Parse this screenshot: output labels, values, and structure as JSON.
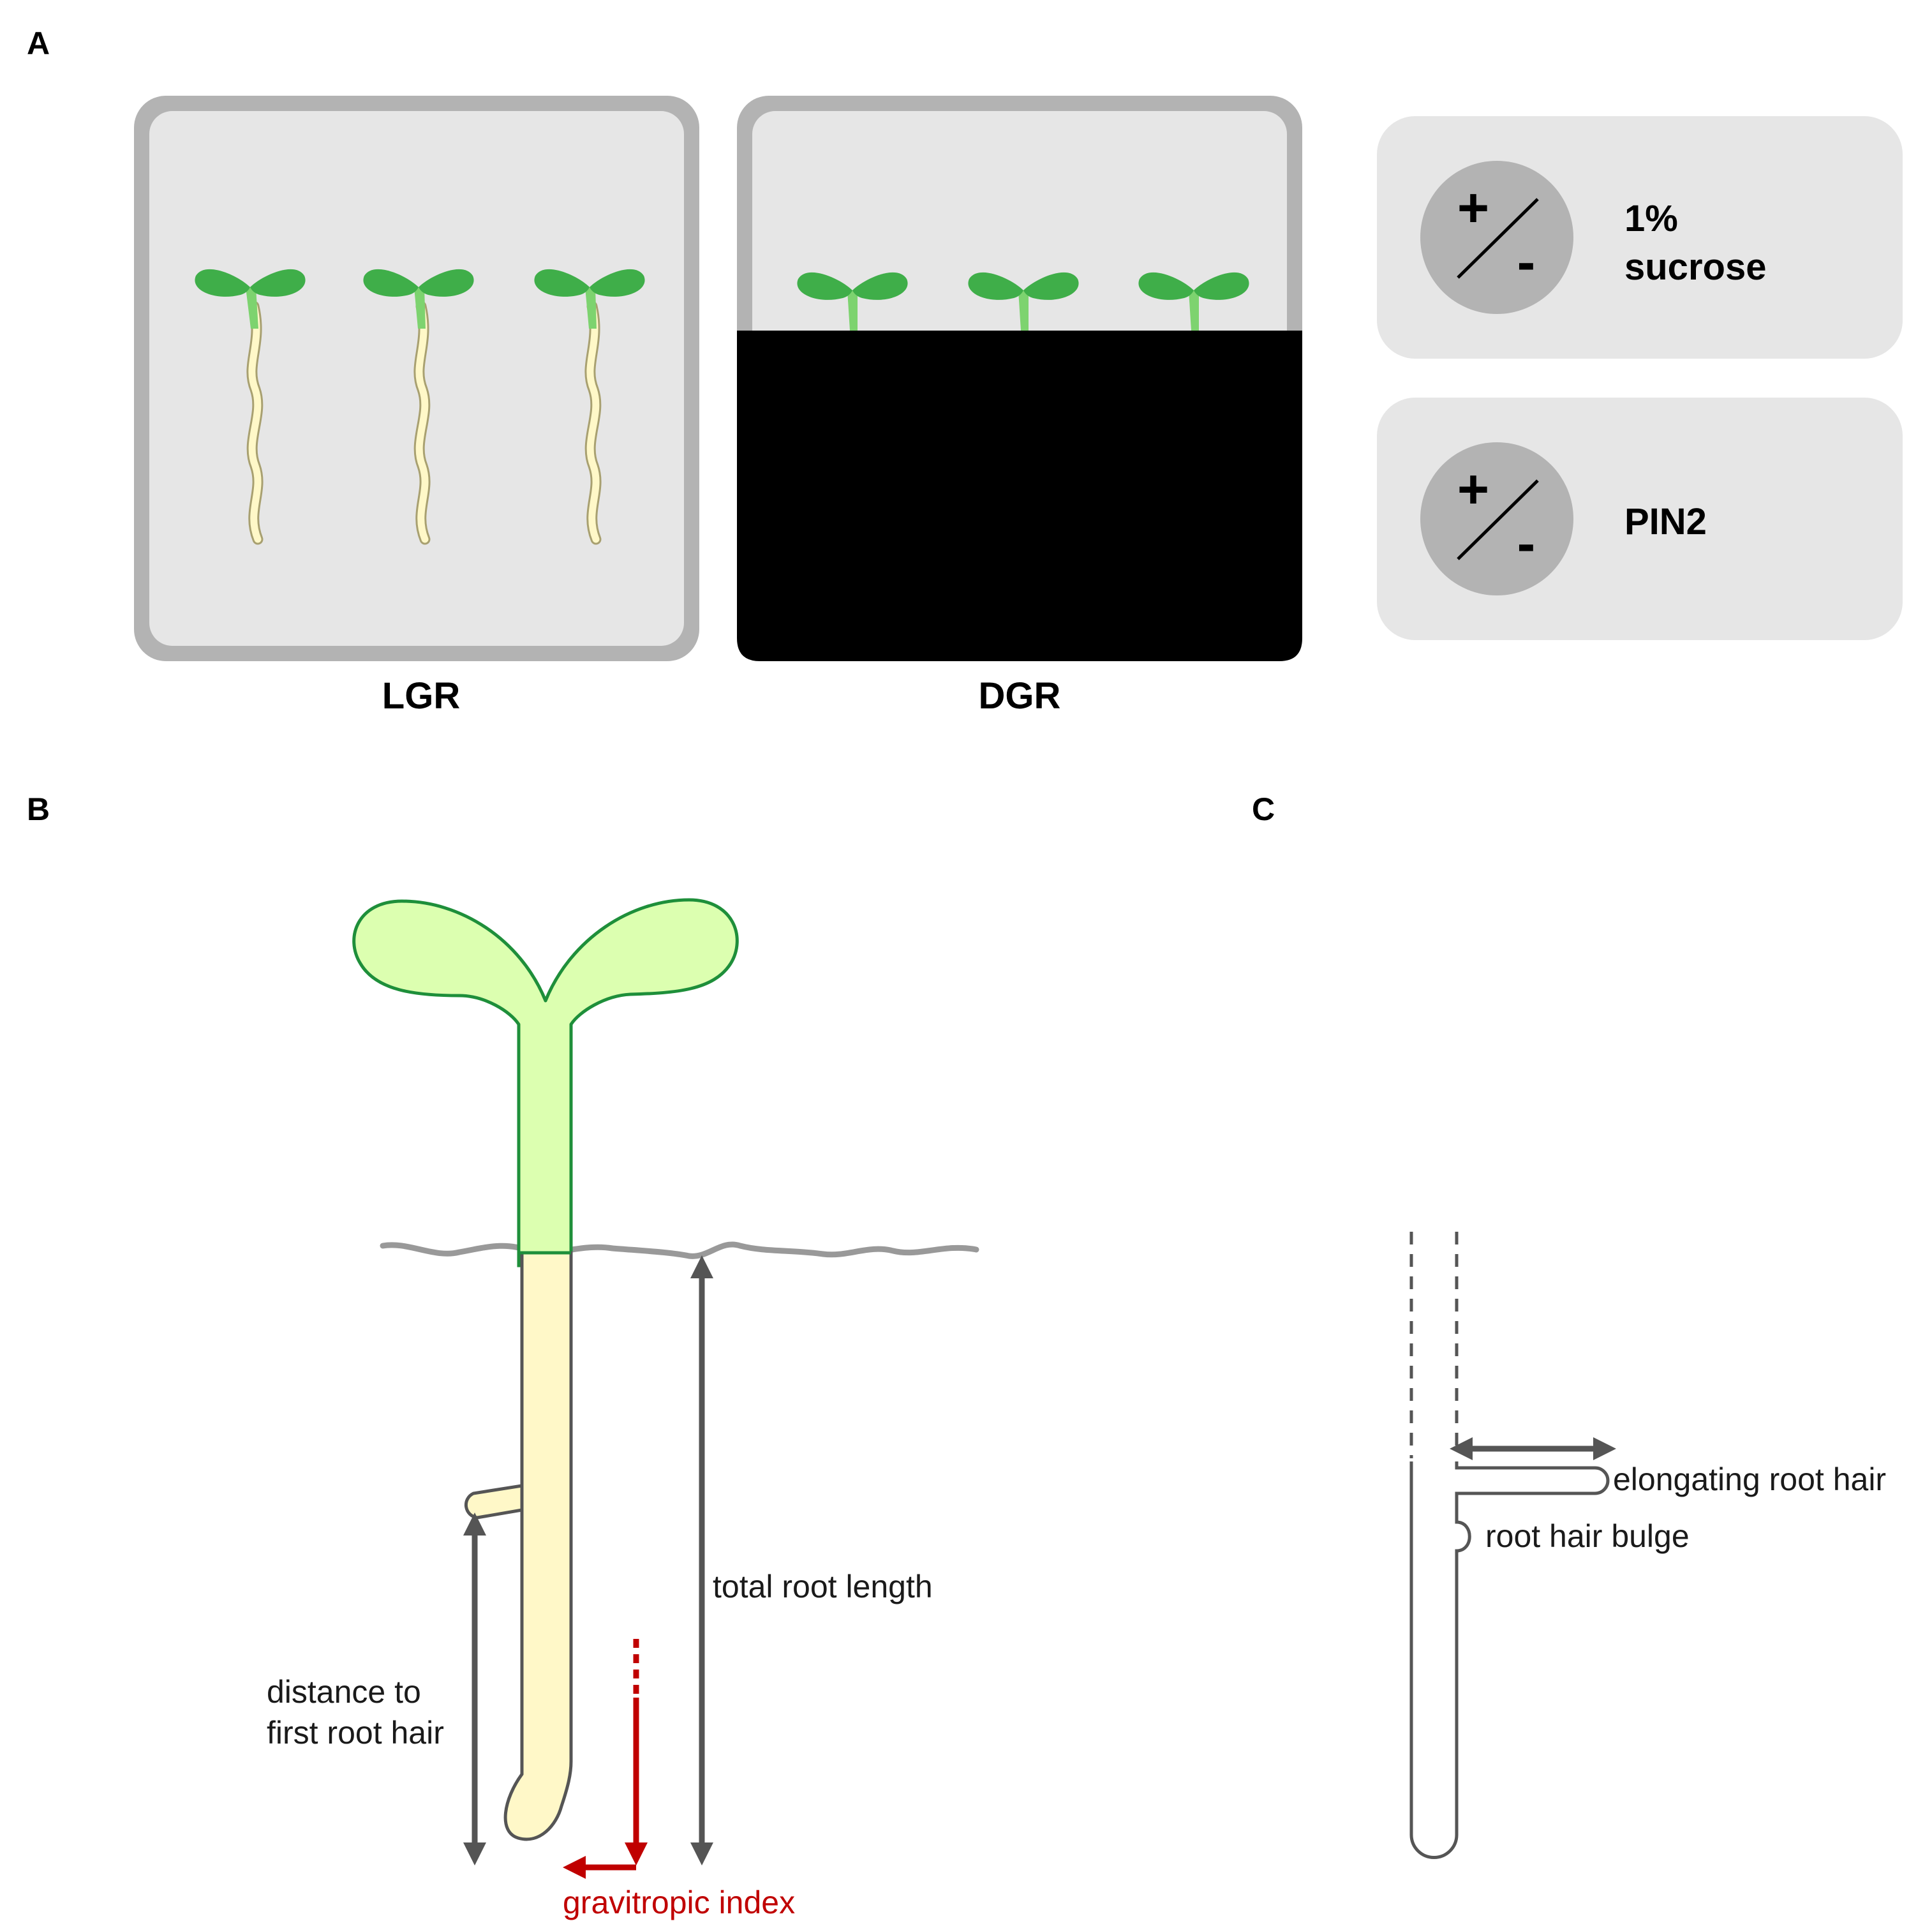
{
  "panels": {
    "a": "A",
    "b": "B",
    "c": "C"
  },
  "plates": {
    "light": "LGR",
    "dark": "DGR"
  },
  "options": [
    {
      "plus": "+",
      "minus": "-",
      "label_line1": "1%",
      "label_line2": "sucrose"
    },
    {
      "plus": "+",
      "minus": "-",
      "label_line1": "PIN2",
      "label_line2": ""
    }
  ],
  "panel_b": {
    "total_root_length": "total root length",
    "distance_line1": "distance to",
    "distance_line2": "first root hair",
    "gravitropic_index": "gravitropic index"
  },
  "panel_c": {
    "elongating_root_hair": "elongating root hair",
    "root_hair_bulge": "root hair bulge"
  },
  "colors": {
    "plate_frame": "#b3b3b3",
    "plate_fill": "#e6e6e6",
    "dark_cover": "#000000",
    "cotyledon_green": "#3fae49",
    "hypocotyl_green": "#7dd36f",
    "root_cream": "#fff8c8",
    "seedling_light_green": "#dcffb0",
    "seedling_outline_green": "#1e8f3a",
    "soil_line": "#999999",
    "arrow_gray": "#555555",
    "gravitropic_red": "#c00000",
    "option_box": "#e6e6e6",
    "option_circle": "#b3b3b3"
  }
}
